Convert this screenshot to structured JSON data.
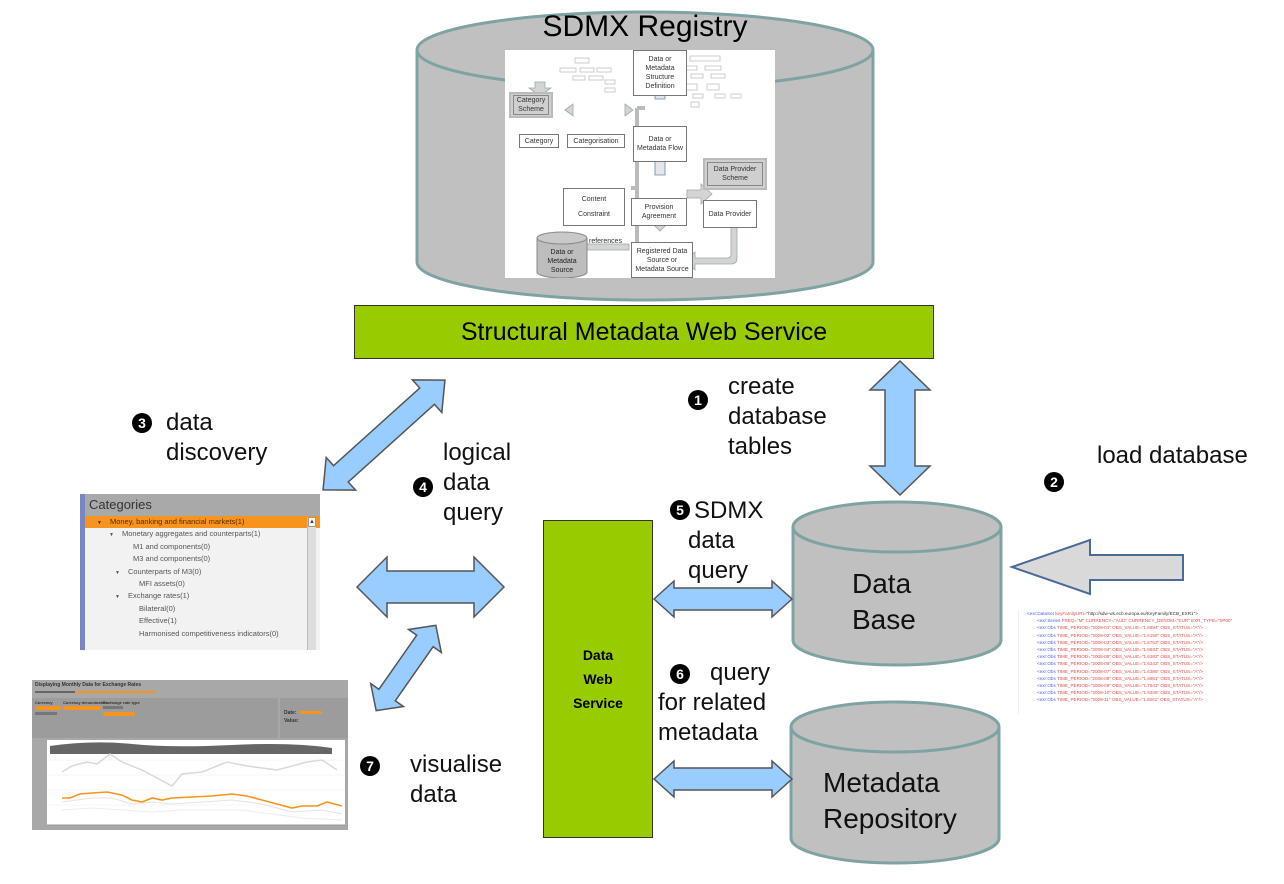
{
  "registry": {
    "title": "SDMX Registry",
    "inner_diagram": {
      "boxes": {
        "structure_definition": "Data or Metadata Structure Definition",
        "category_scheme": "Category Scheme",
        "category": "Category",
        "categorisation": "Categorisation",
        "flow": "Data or Metadata Flow",
        "data_provider_scheme": "Data Provider Scheme",
        "content_constraint_1": "Content",
        "content_constraint_2": "Constraint",
        "provision_agreement": "Provision Agreement",
        "data_provider": "Data Provider",
        "registered_source": "Registered Data Source or Metadata Source",
        "data_source": "Data or Metadata Source",
        "references": "references"
      }
    }
  },
  "structural_service": {
    "label": "Structural Metadata Web Service"
  },
  "data_web_service": {
    "line1": "Data",
    "line2": "Web",
    "line3": "Service"
  },
  "database": {
    "line1": "Data",
    "line2": "Base"
  },
  "metadata_repository": {
    "line1": "Metadata",
    "line2": "Repository"
  },
  "steps": [
    {
      "number": "1",
      "lines": [
        "create",
        "database",
        "tables"
      ]
    },
    {
      "number": "2",
      "lines": [
        "load database"
      ]
    },
    {
      "number": "3",
      "lines": [
        "data",
        "discovery"
      ]
    },
    {
      "number": "4",
      "lines": [
        "logical",
        "data",
        "query"
      ]
    },
    {
      "number": "5",
      "lines": [
        "SDMX",
        "data",
        "query"
      ]
    },
    {
      "number": "6",
      "lines": [
        "query",
        "for related",
        "metadata"
      ]
    },
    {
      "number": "7",
      "lines": [
        "visualise",
        "data"
      ]
    }
  ],
  "categories_panel": {
    "header": "Categories",
    "items": [
      {
        "label": "Money, banking and financial markets(1)",
        "arrow": "▼",
        "indent": 1,
        "selected": true
      },
      {
        "label": "Monetary aggregates and counterparts(1)",
        "arrow": "▼",
        "indent": 2,
        "selected": false
      },
      {
        "label": "M1 and components(0)",
        "arrow": "",
        "indent": 3,
        "selected": false
      },
      {
        "label": "M3 and components(0)",
        "arrow": "",
        "indent": 3,
        "selected": false
      },
      {
        "label": "Counterparts of M3(0)",
        "arrow": "▼",
        "indent": 2.5,
        "selected": false
      },
      {
        "label": "MFI assets(0)",
        "arrow": "",
        "indent": 3.5,
        "selected": false
      },
      {
        "label": "Exchange rates(1)",
        "arrow": "▼",
        "indent": 2.5,
        "selected": false
      },
      {
        "label": "Bilateral(0)",
        "arrow": "",
        "indent": 3.5,
        "selected": false
      },
      {
        "label": "Effective(1)",
        "arrow": "",
        "indent": 3.5,
        "selected": false
      },
      {
        "label": "Harmonised competitiveness indicators(0)",
        "arrow": "",
        "indent": 3.5,
        "selected": false
      }
    ]
  },
  "chart_thumbnail": {
    "title": "Displaying Monthly Data for Exchange Rates",
    "controls": {
      "currency_label": "Currency",
      "denomination_label": "Currency denomination",
      "rate_type_label": "Exchange rate type",
      "date_label": "Date:",
      "value_label": "Value:"
    },
    "colors": {
      "highlight": "#f7941d",
      "other": "#d9d9d9"
    }
  },
  "xml_snippet": {
    "lines": [
      {
        "tag": "<exr:DataSet",
        "attrs": " keyFamilyURI=",
        "val": "\"http://sdw-ws.ecb.europa.eu/KeyFamily/ECB_EXR1\">"
      },
      {
        "tag": "<exr:Series",
        "attrs": " FREQ=\"M\" CURRENCY=\"AUD\" CURRENCY_DENOM=\"EUR\" EXR_TYPE=\"SP00\"",
        "val": ""
      },
      {
        "tag": "<exr:Obs",
        "attrs": " TIME_PERIOD=\"2008-01\" OBS_VALUE=\"1.6694\" OBS_STATUS=\"A\"/>",
        "val": ""
      },
      {
        "tag": "<exr:Obs",
        "attrs": " TIME_PERIOD=\"2008-02\" OBS_VALUE=\"1.6156\" OBS_STATUS=\"A\"/>",
        "val": ""
      },
      {
        "tag": "<exr:Obs",
        "attrs": " TIME_PERIOD=\"2008-03\" OBS_VALUE=\"1.6763\" OBS_STATUS=\"A\"/>",
        "val": ""
      },
      {
        "tag": "<exr:Obs",
        "attrs": " TIME_PERIOD=\"2008-04\" OBS_VALUE=\"1.6933\" OBS_STATUS=\"A\"/>",
        "val": ""
      },
      {
        "tag": "<exr:Obs",
        "attrs": " TIME_PERIOD=\"2008-05\" OBS_VALUE=\"1.6382\" OBS_STATUS=\"A\"/>",
        "val": ""
      },
      {
        "tag": "<exr:Obs",
        "attrs": " TIME_PERIOD=\"2008-06\" OBS_VALUE=\"1.6343\" OBS_STATUS=\"A\"/>",
        "val": ""
      },
      {
        "tag": "<exr:Obs",
        "attrs": " TIME_PERIOD=\"2008-07\" OBS_VALUE=\"1.6386\" OBS_STATUS=\"A\"/>",
        "val": ""
      },
      {
        "tag": "<exr:Obs",
        "attrs": " TIME_PERIOD=\"2008-08\" OBS_VALUE=\"1.6961\" OBS_STATUS=\"A\"/>",
        "val": ""
      },
      {
        "tag": "<exr:Obs",
        "attrs": " TIME_PERIOD=\"2008-09\" OBS_VALUE=\"1.7543\" OBS_STATUS=\"A\"/>",
        "val": ""
      },
      {
        "tag": "<exr:Obs",
        "attrs": " TIME_PERIOD=\"2008-10\" OBS_VALUE=\"1.9345\" OBS_STATUS=\"A\"/>",
        "val": ""
      },
      {
        "tag": "<exr:Obs",
        "attrs": " TIME_PERIOD=\"2008-11\" OBS_VALUE=\"1.9381\" OBS_STATUS=\"A\"/>",
        "val": ""
      }
    ]
  },
  "colors": {
    "service_green": "#99cc00",
    "cylinder_fill": "#c0c0c0",
    "cylinder_stroke": "#7fa3a3",
    "arrow_blue": "#99ccff",
    "load_arrow_fill": "#d9d9d9",
    "load_arrow_stroke": "#4a6a9a"
  }
}
